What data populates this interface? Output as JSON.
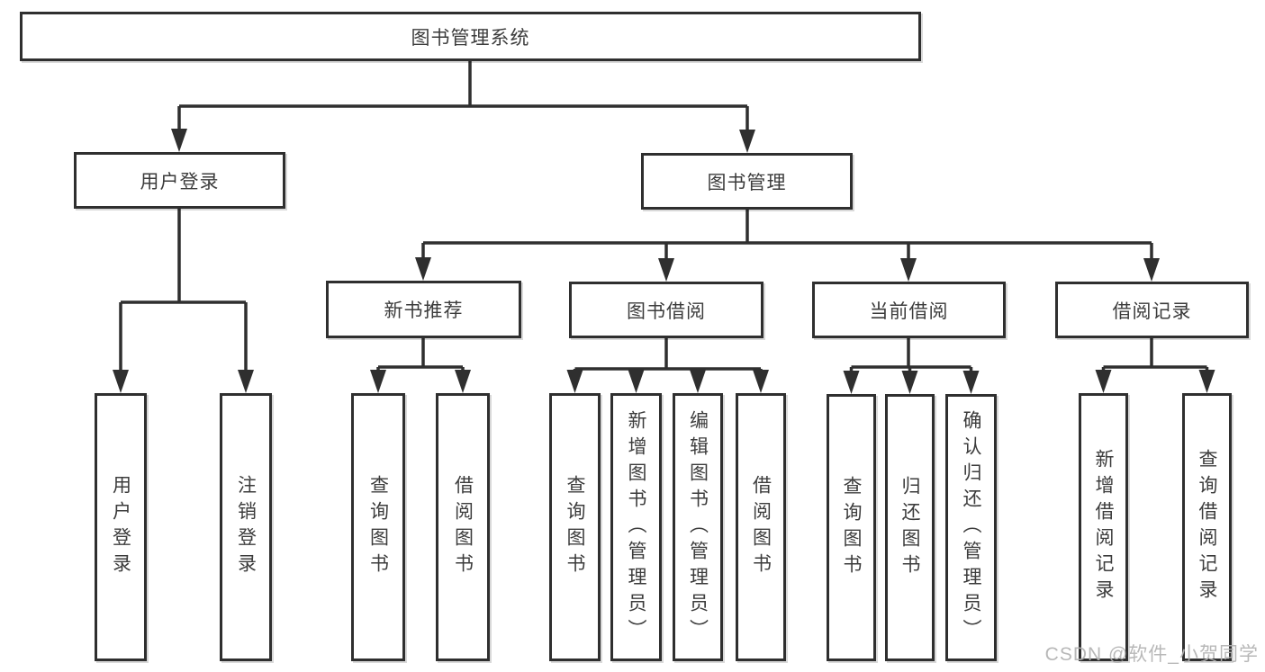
{
  "tree": {
    "root": {
      "label": "图书管理系统"
    },
    "login_branch": {
      "label": "用户登录",
      "children": [
        {
          "label": "用户登录"
        },
        {
          "label": "注销登录"
        }
      ]
    },
    "management_branch": {
      "label": "图书管理",
      "groups": [
        {
          "label": "新书推荐",
          "children": [
            {
              "label": "查询图书"
            },
            {
              "label": "借阅图书"
            }
          ]
        },
        {
          "label": "图书借阅",
          "children": [
            {
              "label": "查询图书"
            },
            {
              "label": "新增图书（管理员）"
            },
            {
              "label": "编辑图书（管理员）"
            },
            {
              "label": "借阅图书"
            }
          ]
        },
        {
          "label": "当前借阅",
          "children": [
            {
              "label": "查询图书"
            },
            {
              "label": "归还图书"
            },
            {
              "label": "确认归还（管理员）"
            }
          ]
        },
        {
          "label": "借阅记录",
          "children": [
            {
              "label": "新增借阅记录"
            },
            {
              "label": "查询借阅记录"
            }
          ]
        }
      ]
    }
  },
  "watermark": {
    "text": "CSDN @软件_小贺同学"
  },
  "colors": {
    "line": "#2f2f2f",
    "text": "#3c3c3c",
    "watermark": "#b2b2b2",
    "background": "#ffffff"
  }
}
